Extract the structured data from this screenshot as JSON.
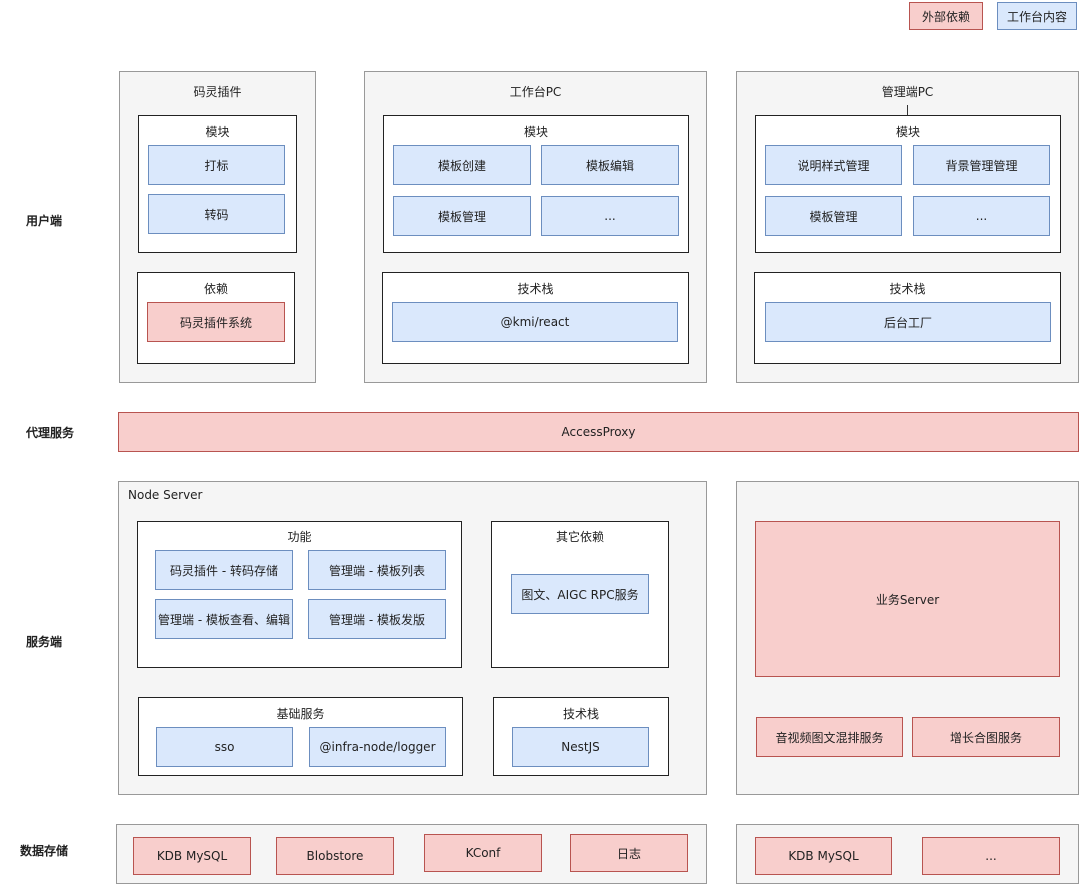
{
  "legend": {
    "external": "外部依赖",
    "internal": "工作台内容"
  },
  "row_labels": {
    "user": "用户端",
    "proxy": "代理服务",
    "service": "服务端",
    "storage": "数据存储"
  },
  "plugin": {
    "title": "码灵插件",
    "modules_title": "模块",
    "modules": [
      "打标",
      "转码"
    ],
    "deps_title": "依赖",
    "deps": [
      "码灵插件系统"
    ]
  },
  "workbench": {
    "title": "工作台PC",
    "modules_title": "模块",
    "modules": [
      "模板创建",
      "模板编辑",
      "模板管理",
      "..."
    ],
    "stack_title": "技术栈",
    "stack": [
      "@kmi/react"
    ]
  },
  "admin": {
    "title": "管理端PC",
    "modules_title": "模块",
    "modules": [
      "说明样式管理",
      "背景管理管理",
      "模板管理",
      "..."
    ],
    "stack_title": "技术栈",
    "stack": [
      "后台工厂"
    ]
  },
  "proxy": {
    "label": "AccessProxy"
  },
  "node_server": {
    "title": "Node Server",
    "features_title": "功能",
    "features": [
      "码灵插件 - 转码存储",
      "管理端 - 模板列表",
      "管理端 - 模板查看、编辑",
      "管理端 - 模板发版"
    ],
    "other_title": "其它依赖",
    "other": [
      "图文、AIGC RPC服务"
    ],
    "base_title": "基础服务",
    "base": [
      "sso",
      "@infra-node/logger"
    ],
    "stack_title": "技术栈",
    "stack": [
      "NestJS"
    ]
  },
  "biz": {
    "server": "业务Server",
    "services": [
      "音视频图文混排服务",
      "增长合图服务"
    ]
  },
  "storage": {
    "left": [
      "KDB MySQL",
      "Blobstore",
      "KConf",
      "日志"
    ],
    "right": [
      "KDB MySQL",
      "..."
    ]
  }
}
